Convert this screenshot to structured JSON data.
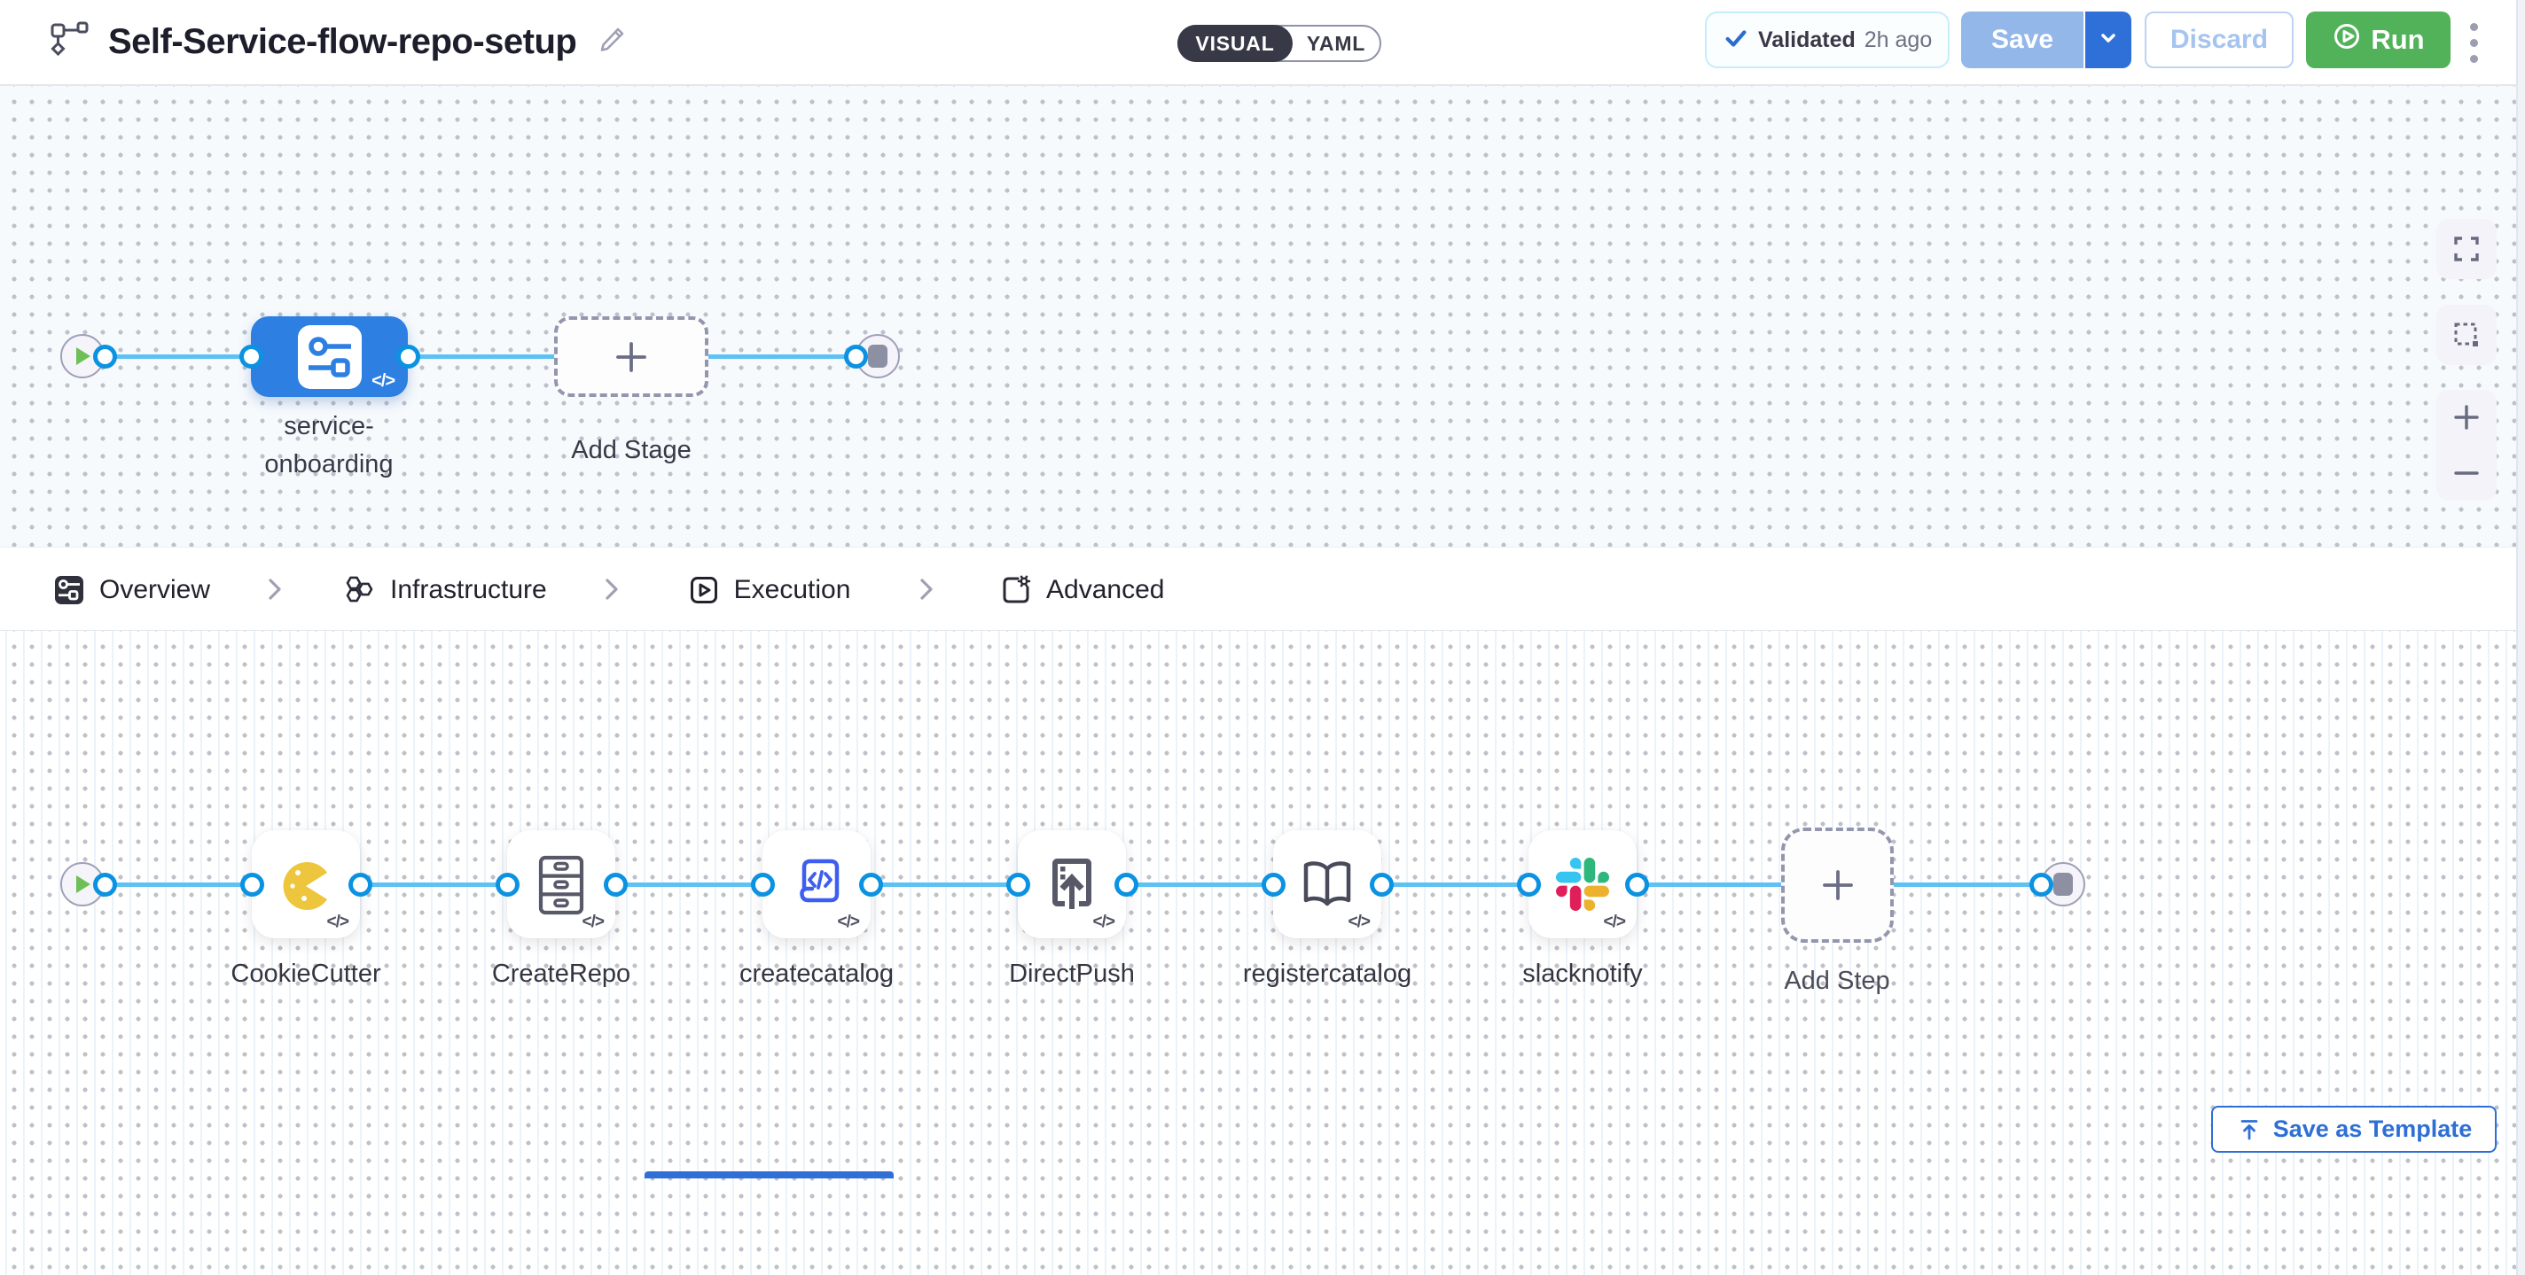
{
  "header": {
    "title": "Self-Service-flow-repo-setup",
    "mode_toggle": {
      "visual_label": "VISUAL",
      "yaml_label": "YAML"
    },
    "validated_badge": {
      "label": "Validated",
      "time": "2h ago"
    },
    "save_button": "Save",
    "discard_button": "Discard",
    "run_button": "Run"
  },
  "stage_canvas": {
    "stage": {
      "label": "service-onboarding",
      "code_badge": "</>"
    },
    "add_stage_label": "Add Stage"
  },
  "tab_bar": {
    "tabs": [
      {
        "label": "Overview",
        "active": false
      },
      {
        "label": "Infrastructure",
        "active": false
      },
      {
        "label": "Execution",
        "active": true
      },
      {
        "label": "Advanced",
        "active": false
      }
    ],
    "save_as_template_button": "Save as Template"
  },
  "execution_canvas": {
    "steps": [
      {
        "label": "CookieCutter",
        "icon": "cookiecutter-icon",
        "code_badge": "</>"
      },
      {
        "label": "CreateRepo",
        "icon": "drawers-icon",
        "code_badge": "</>"
      },
      {
        "label": "createcatalog",
        "icon": "code-scroll-icon",
        "code_badge": "</>"
      },
      {
        "label": "DirectPush",
        "icon": "push-arrow-icon",
        "code_badge": "</>"
      },
      {
        "label": "registercatalog",
        "icon": "open-book-icon",
        "code_badge": "</>"
      },
      {
        "label": "slacknotify",
        "icon": "slack-icon",
        "code_badge": "</>"
      }
    ],
    "add_step_label": "Add Step"
  },
  "colors": {
    "primary_blue": "#2f6fd6",
    "stage_blue": "#2e7fe2",
    "edge_blue": "#5ec1f3",
    "connector_blue": "#0b92e1",
    "run_green": "#52b259",
    "toggle_dark": "#383946",
    "canvas_dot": "#bcc2cb"
  }
}
